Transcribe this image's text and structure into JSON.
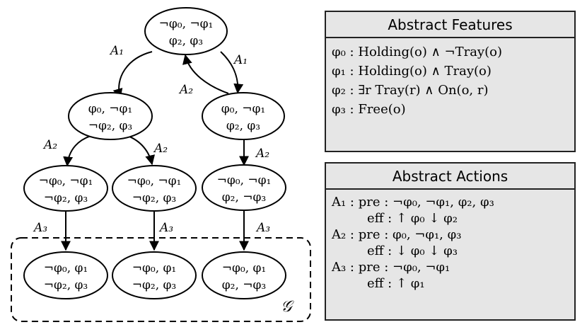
{
  "diagram": {
    "nodes": [
      {
        "id": "n0",
        "line1": "¬φ₀, ¬φ₁",
        "line2": "φ₂, φ₃"
      },
      {
        "id": "n1",
        "line1": "φ₀, ¬φ₁",
        "line2": "¬φ₂, φ₃"
      },
      {
        "id": "n2",
        "line1": "φ₀, ¬φ₁",
        "line2": "φ₂, φ₃"
      },
      {
        "id": "n3",
        "line1": "¬φ₀, ¬φ₁",
        "line2": "¬φ₂, φ₃"
      },
      {
        "id": "n4",
        "line1": "¬φ₀, ¬φ₁",
        "line2": "¬φ₂, φ₃"
      },
      {
        "id": "n5",
        "line1": "¬φ₀, ¬φ₁",
        "line2": "φ₂, ¬φ₃"
      },
      {
        "id": "n6",
        "line1": "¬φ₀, φ₁",
        "line2": "¬φ₂, φ₃"
      },
      {
        "id": "n7",
        "line1": "¬φ₀, φ₁",
        "line2": "¬φ₂, φ₃"
      },
      {
        "id": "n8",
        "line1": "¬φ₀, φ₁",
        "line2": "φ₂, ¬φ₃"
      }
    ],
    "edges": [
      {
        "from": "n0",
        "to": "n1",
        "label": "A₁"
      },
      {
        "from": "n0",
        "to": "n2",
        "label": "A₁"
      },
      {
        "from": "n2",
        "to": "n0",
        "label": "A₂"
      },
      {
        "from": "n1",
        "to": "n3",
        "label": "A₂"
      },
      {
        "from": "n1",
        "to": "n4",
        "label": "A₂"
      },
      {
        "from": "n2",
        "to": "n5",
        "label": "A₂"
      },
      {
        "from": "n3",
        "to": "n6",
        "label": "A₃"
      },
      {
        "from": "n4",
        "to": "n7",
        "label": "A₃"
      },
      {
        "from": "n5",
        "to": "n8",
        "label": "A₃"
      }
    ],
    "goal_label": "𝒢"
  },
  "features": {
    "title": "Abstract Features",
    "rows": [
      "φ₀ : Holding(o) ∧ ¬Tray(o)",
      "φ₁ : Holding(o) ∧ Tray(o)",
      "φ₂ : ∃r Tray(r) ∧ On(o, r)",
      "φ₃ : Free(o)"
    ]
  },
  "actions": {
    "title": "Abstract Actions",
    "rows": [
      {
        "text": "A₁ : pre : ¬φ₀, ¬φ₁, φ₂, φ₃",
        "indent": false
      },
      {
        "text": "eff : ↑ φ₀ ↓ φ₂",
        "indent": true
      },
      {
        "text": "A₂ : pre : φ₀, ¬φ₁, φ₃",
        "indent": false
      },
      {
        "text": "eff : ↓ φ₀ ↓ φ₃",
        "indent": true
      },
      {
        "text": "A₃ : pre : ¬φ₀, ¬φ₁",
        "indent": false
      },
      {
        "text": "eff : ↑ φ₁",
        "indent": true
      }
    ]
  }
}
